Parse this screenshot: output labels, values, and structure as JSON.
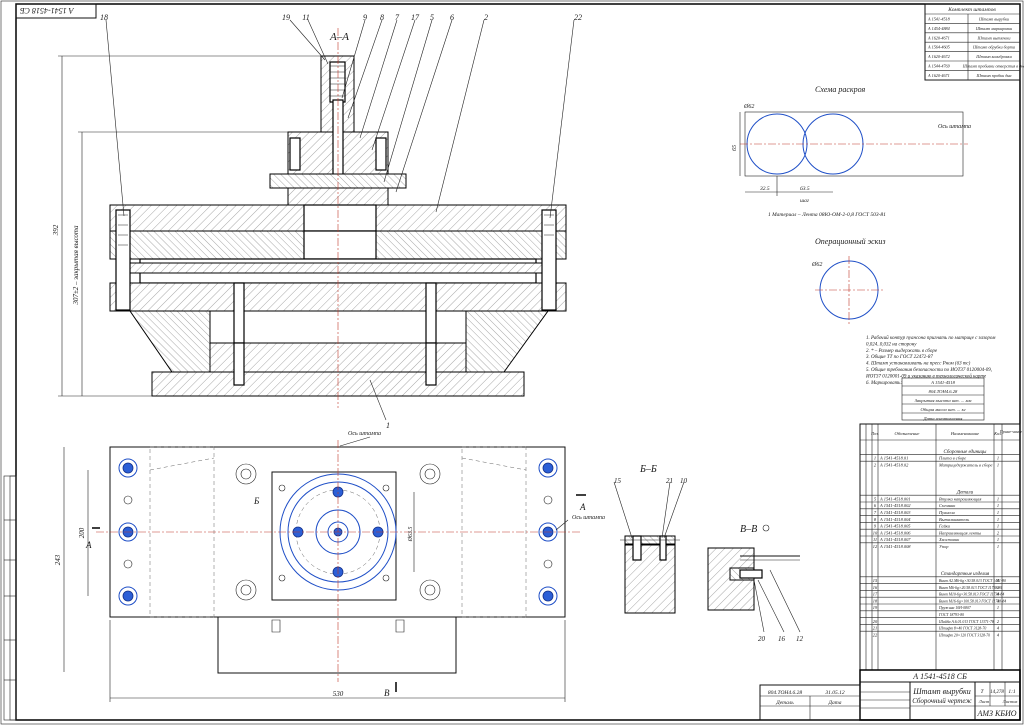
{
  "stamp_top": "А 1541-4518 СБ",
  "section_labels": {
    "aa": "А–А",
    "bb": "Б–Б",
    "vv": "В–В"
  },
  "leaders_main": [
    "19",
    "11",
    "9",
    "8",
    "7",
    "17",
    "5",
    "6",
    "2",
    "22",
    "18"
  ],
  "leader_bottom": "1",
  "bb_leaders": [
    "15",
    "21",
    "10"
  ],
  "vv_leaders": [
    "20",
    "16",
    "12"
  ],
  "dims": {
    "h_total": "392",
    "h_closed": "307±2 – закрытая высота",
    "plan_w": "530",
    "plan_h1": "200",
    "plan_h2": "243",
    "plan_hole": "Ø63.5"
  },
  "plan_labels": {
    "axis1": "Ось штампа",
    "axis2": "Ось штампа",
    "cut_a": "А",
    "cut_b": "Б",
    "cut_v": "В"
  },
  "kit_table": {
    "title": "Комплект штампов",
    "rows": [
      [
        "А 1541-4518",
        "Штамп вырубки"
      ],
      [
        "А 1454-4884",
        "Штамп маркировки"
      ],
      [
        "А 1620-4671",
        "Штамп вытяжки"
      ],
      [
        "А 1564-4605",
        "Штамп обрубки борта"
      ],
      [
        "А 1620-4672",
        "Штамп калибровки"
      ],
      [
        "А 1544-4769",
        "Штамп пробивки отверстия в дне"
      ],
      [
        "А 1620-4671",
        "Штамп пробки дна"
      ]
    ]
  },
  "layout": {
    "title": "Схема раскроя",
    "diam": "Ø62",
    "width": "65",
    "axis": "Ось штампа",
    "d1": "32.5",
    "d2": "63.5",
    "step": "шаг",
    "material": "1 Материал – Лента 08Ю-ОМ-2-0,8 ГОСТ 503-81"
  },
  "sketch": {
    "title": "Операционный эскиз",
    "diam": "Ø62"
  },
  "notes": [
    "1. Рабочий контур пуансона пригнать по матрице с зазором",
    "0,024..0,032 на сторону",
    "2. * – Размер выдержать в сборе",
    "3. Общие ТТ по ГОСТ 22472-87",
    "4. Штамп устанавливать на пресс Рном (63 тс)",
    "5. Общие требования безопасности по ИОТ37 0120004-09,",
    "ИОТ37 0120001-09 и указанию в технологической карте",
    "6. Маркировать:"
  ],
  "marking": [
    "А 1541-4518",
    "804.TOH4.6.28",
    "Закрытая высота шт. ... мм",
    "Общая масса шт. ... кг",
    "Дата изготовления"
  ],
  "spec": {
    "headers": [
      "Поз.",
      "Обозначение",
      "Наименование",
      "Кол.",
      "Приме-чание"
    ],
    "sections": {
      "assembly": "Сборочные единицы",
      "parts": "Детали",
      "standard": "Стандартные изделия"
    },
    "assembly_rows": [
      [
        "1",
        "А 1541-4518.01",
        "Плита в сборе",
        "1"
      ],
      [
        "2",
        "А 1541-4518.02",
        "Матрицедержатель в сборе",
        "1"
      ]
    ],
    "parts_rows": [
      [
        "5",
        "А 1541-4518.001",
        "Втулка направляющая",
        "1"
      ],
      [
        "6",
        "А 1541-4518.002",
        "Съемник",
        "1"
      ],
      [
        "7",
        "А 1541-4518.003",
        "Пуансон",
        "1"
      ],
      [
        "8",
        "А 1541-4518.004",
        "Выталкиватель",
        "1"
      ],
      [
        "9",
        "А 1541-4518.005",
        "Гайка",
        "1"
      ],
      [
        "10",
        "А 1541-4518.006",
        "Направляющая ленты",
        "2"
      ],
      [
        "11",
        "А 1541-4518.007",
        "Хвостовик",
        "1"
      ],
      [
        "12",
        "А 1541-4518.008",
        "Упор",
        "1"
      ]
    ],
    "standard_rows": [
      [
        "15",
        "Винт А2.М6-6g×30.58.013 ГОСТ 1491-80",
        "4"
      ],
      [
        "16",
        "Винт М6-6g×20.58.013 ГОСТ 11738-84",
        "2"
      ],
      [
        "17",
        "Винт М10-6g×30.58.013 ГОСТ 11738-84",
        "4"
      ],
      [
        "18",
        "Винт М16-6g×100.58.013 ГОСТ 11738-84",
        "4"
      ],
      [
        "19",
        "Пружина 10Н-0807",
        "1"
      ],
      [
        "",
        "ГОСТ 18793-80",
        ""
      ],
      [
        "20",
        "Шайба А.6.01.013 ГОСТ 11371-78",
        "2"
      ],
      [
        "21",
        "Штифт 8×40 ГОСТ 3128-70",
        "4"
      ],
      [
        "22",
        "Штифт 20×120 ГОСТ 3128-70",
        "4"
      ]
    ]
  },
  "title_block": {
    "doc": "А 1541-4518 СБ",
    "name1": "Штамп вырубки",
    "name2": "Сборочный чертеж",
    "lit": "Т",
    "mass": "14,278",
    "scale": "1:1",
    "org": "АМЗ КБИО",
    "sheet": "Лист",
    "sheets": "Листов",
    "ref_code": "804.TOH4.6.28",
    "ref_date": "31.05.12",
    "ref_l1": "Деталь",
    "ref_l2": "Дата"
  },
  "colors": {
    "axis": "#c0392b",
    "blue": "#1f4fc7"
  }
}
